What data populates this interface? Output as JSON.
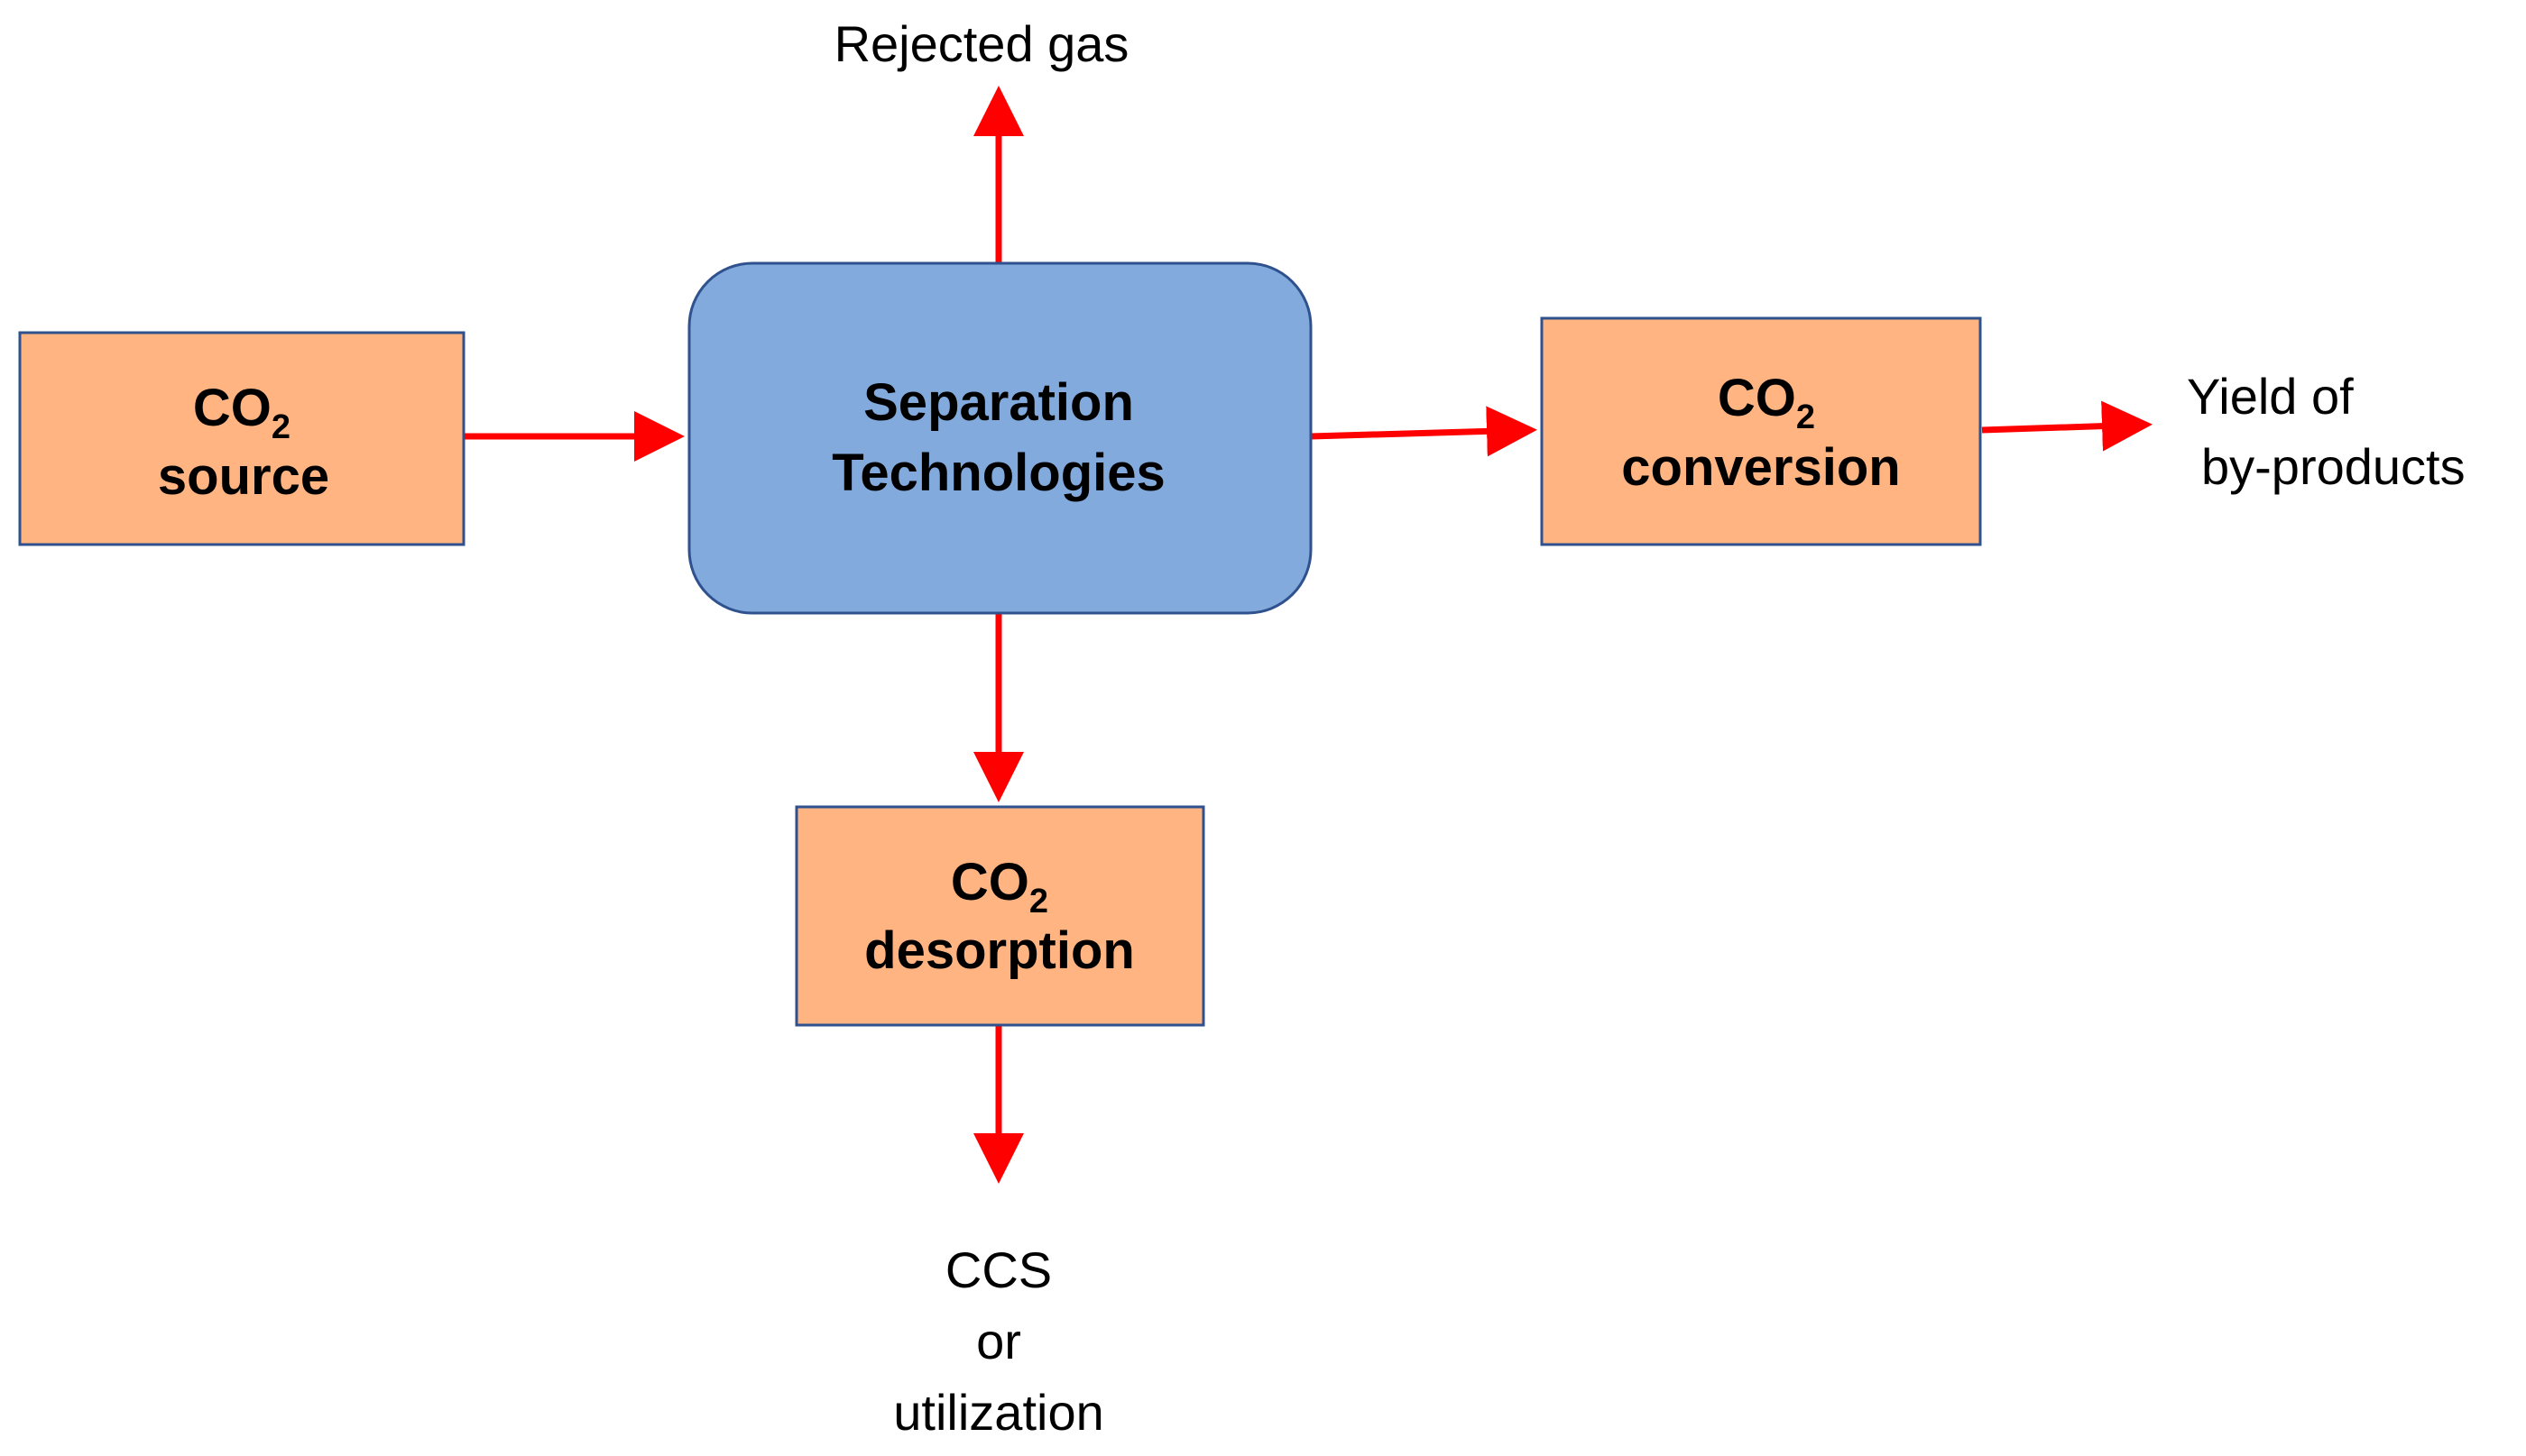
{
  "diagram": {
    "colors": {
      "process_box_fill": "#FFB482",
      "process_box_stroke": "#2F528F",
      "center_box_fill": "#82AADC",
      "center_box_stroke": "#2F528F",
      "arrow": "#FF0000"
    },
    "nodes": {
      "source": {
        "co2": "CO",
        "sub": "2",
        "word": "source"
      },
      "separation": {
        "line1": "Separation",
        "line2": "Technologies"
      },
      "conversion": {
        "co2": "CO",
        "sub": "2",
        "word": "conversion"
      },
      "desorption": {
        "co2": "CO",
        "sub": "2",
        "word": "desorption"
      }
    },
    "labels": {
      "rejected_gas": "Rejected gas",
      "yield_line1": "Yield of",
      "yield_line2": "by-products",
      "ccs_line1": "CCS",
      "ccs_line2": "or",
      "ccs_line3": "utilization"
    },
    "edges": [
      {
        "from": "CO2 source",
        "to": "Separation Technologies"
      },
      {
        "from": "Separation Technologies",
        "to": "Rejected gas"
      },
      {
        "from": "Separation Technologies",
        "to": "CO2 conversion"
      },
      {
        "from": "Separation Technologies",
        "to": "CO2 desorption"
      },
      {
        "from": "CO2 conversion",
        "to": "Yield of by-products"
      },
      {
        "from": "CO2 desorption",
        "to": "CCS or utilization"
      }
    ]
  }
}
